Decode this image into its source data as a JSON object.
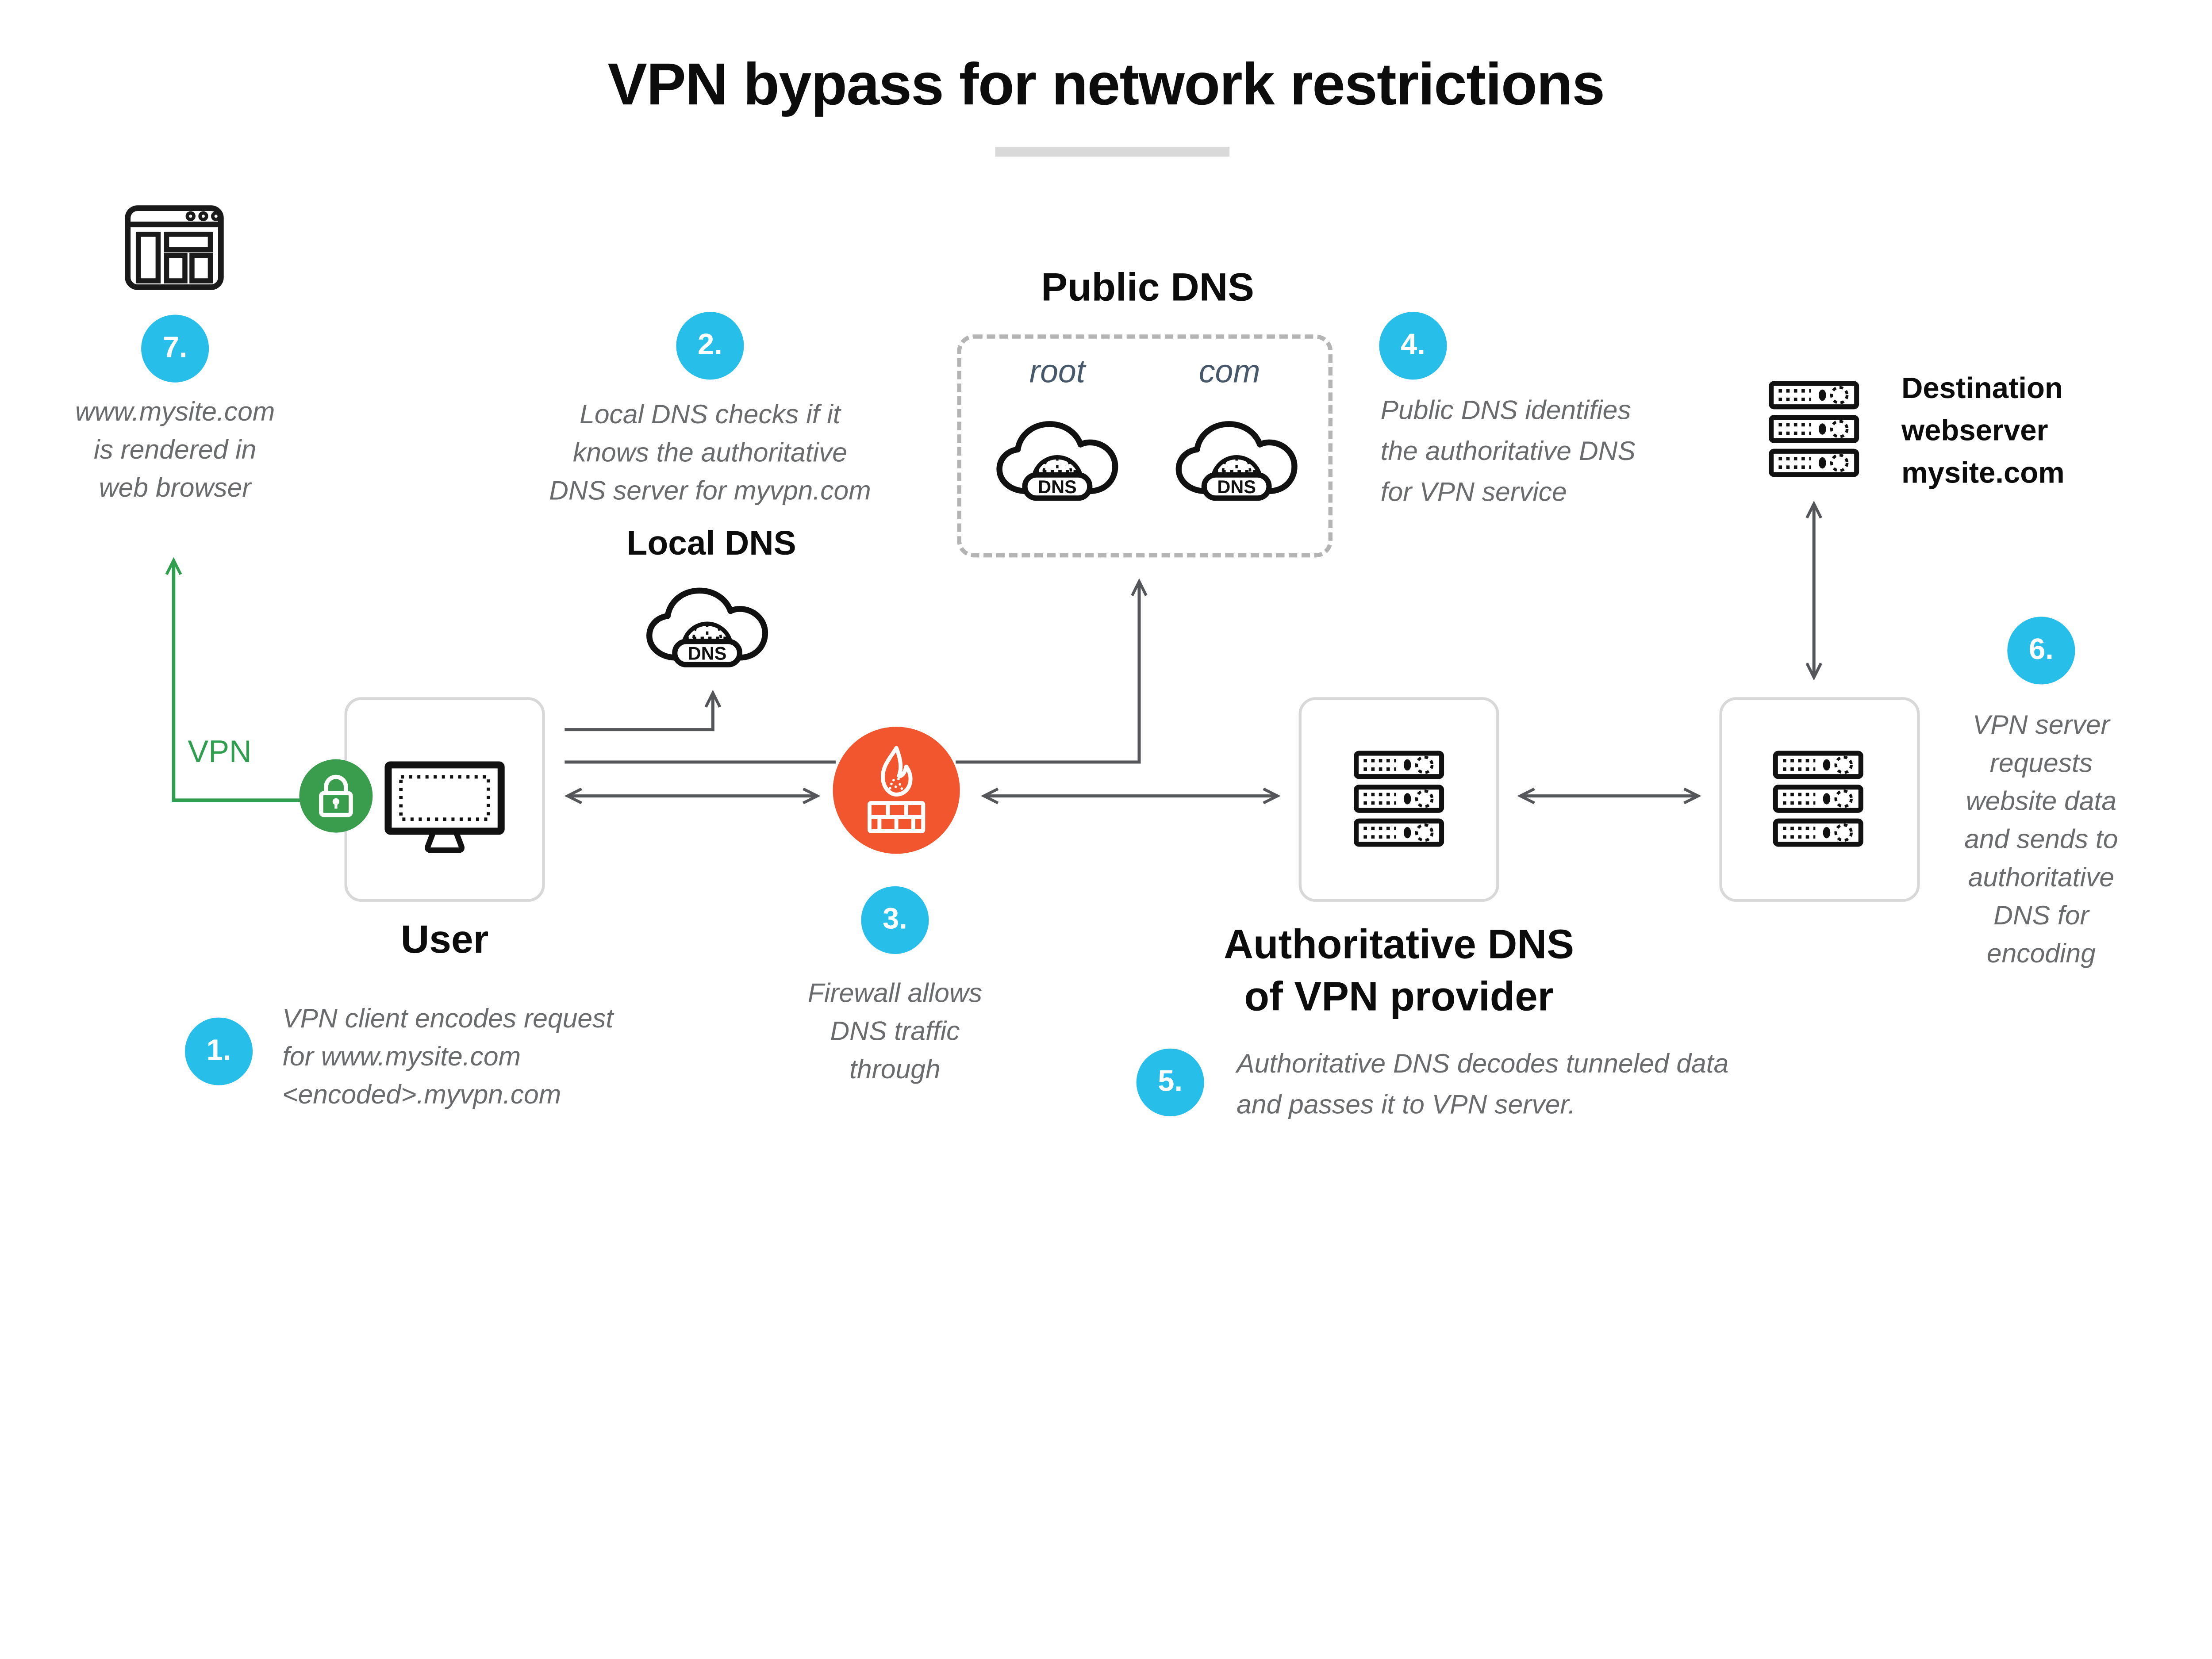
{
  "title": "VPN bypass for network restrictions",
  "labels": {
    "user": "User",
    "local_dns": "Local DNS",
    "public_dns": "Public DNS",
    "root": "root",
    "com": "com",
    "vpn": "VPN",
    "auth_dns": "Authoritative DNS\nof VPN provider",
    "destination": "Destination\nwebserver\nmysite.com",
    "dns_badge": "DNS"
  },
  "steps": [
    {
      "num": "1.",
      "text": "VPN client encodes request\nfor www.mysite.com\n<encoded>.myvpn.com"
    },
    {
      "num": "2.",
      "text": "Local DNS checks if it\nknows the authoritative\nDNS server for myvpn.com"
    },
    {
      "num": "3.",
      "text": "Firewall allows\nDNS traffic\nthrough"
    },
    {
      "num": "4.",
      "text": "Public DNS identifies\nthe authoritative DNS\nfor VPN service"
    },
    {
      "num": "5.",
      "text": "Authoritative DNS decodes tunneled data\nand passes it to VPN server."
    },
    {
      "num": "6.",
      "text": "VPN server\nrequests\nwebsite data\nand sends to\nauthoritative\nDNS for\nencoding"
    },
    {
      "num": "7.",
      "text": "www.mysite.com\nis rendered in\nweb browser"
    }
  ],
  "colors": {
    "badge_cyan": "#27bfe9",
    "firewall_orange": "#f1562f",
    "vpn_green": "#3a9c4d",
    "step_text_gray": "#6a6b6d",
    "tld_slate": "#47586b",
    "arrow_gray": "#55565a"
  }
}
